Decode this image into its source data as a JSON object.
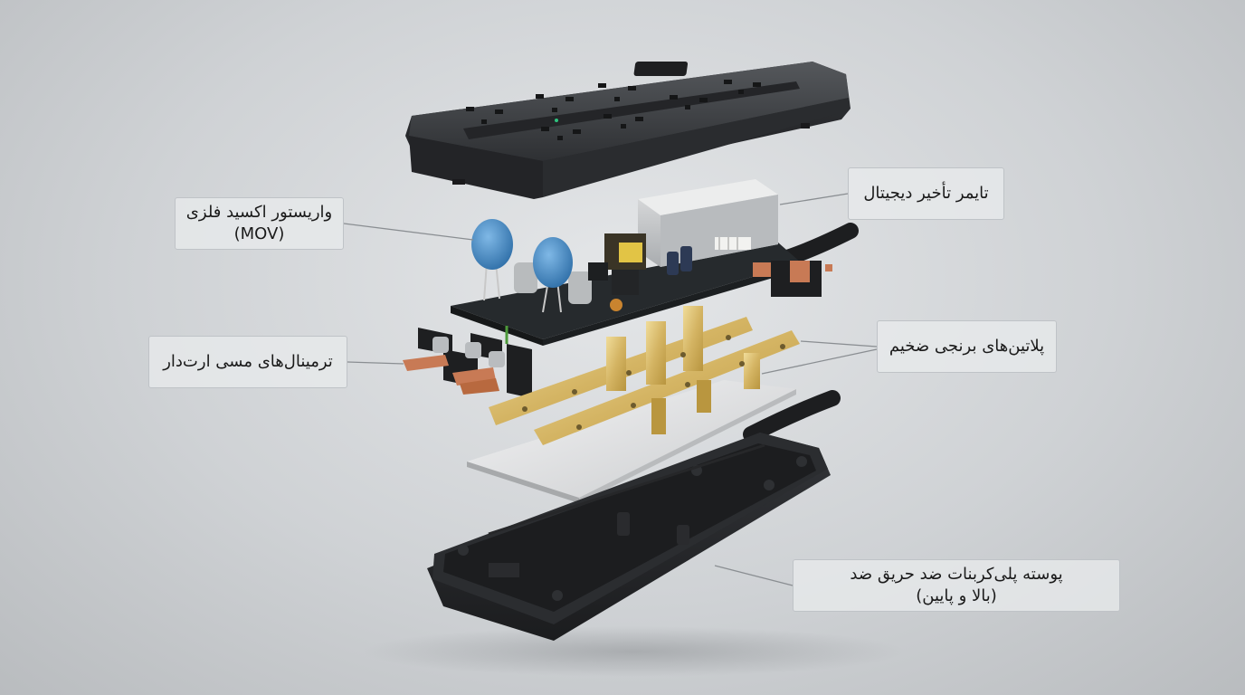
{
  "labels": {
    "timer": "تایمر تأخیر دیجیتال",
    "mov_line1": "واریستور اکسید فلزی",
    "mov_line2": "(MOV)",
    "copper": "ترمینال‌های مسی ارت‌دار",
    "brass": "پلاتین‌های برنجی ضخیم",
    "housing_line1": "پوسته پلی‌کربنات ضد حریق ضد",
    "housing_line2": "(بالا و پایین)"
  },
  "colors": {
    "housing": "#3a3c3f",
    "housing_dark": "#1c1d1f",
    "pcb": "#2f3437",
    "mov_blue": "#4a90c8",
    "brass": "#d9bd6e",
    "copper": "#c87a55",
    "aluminum_plate": "#e6e7e8",
    "timer_shield": "#c9cbcd",
    "leader_line": "#8a8e92"
  }
}
